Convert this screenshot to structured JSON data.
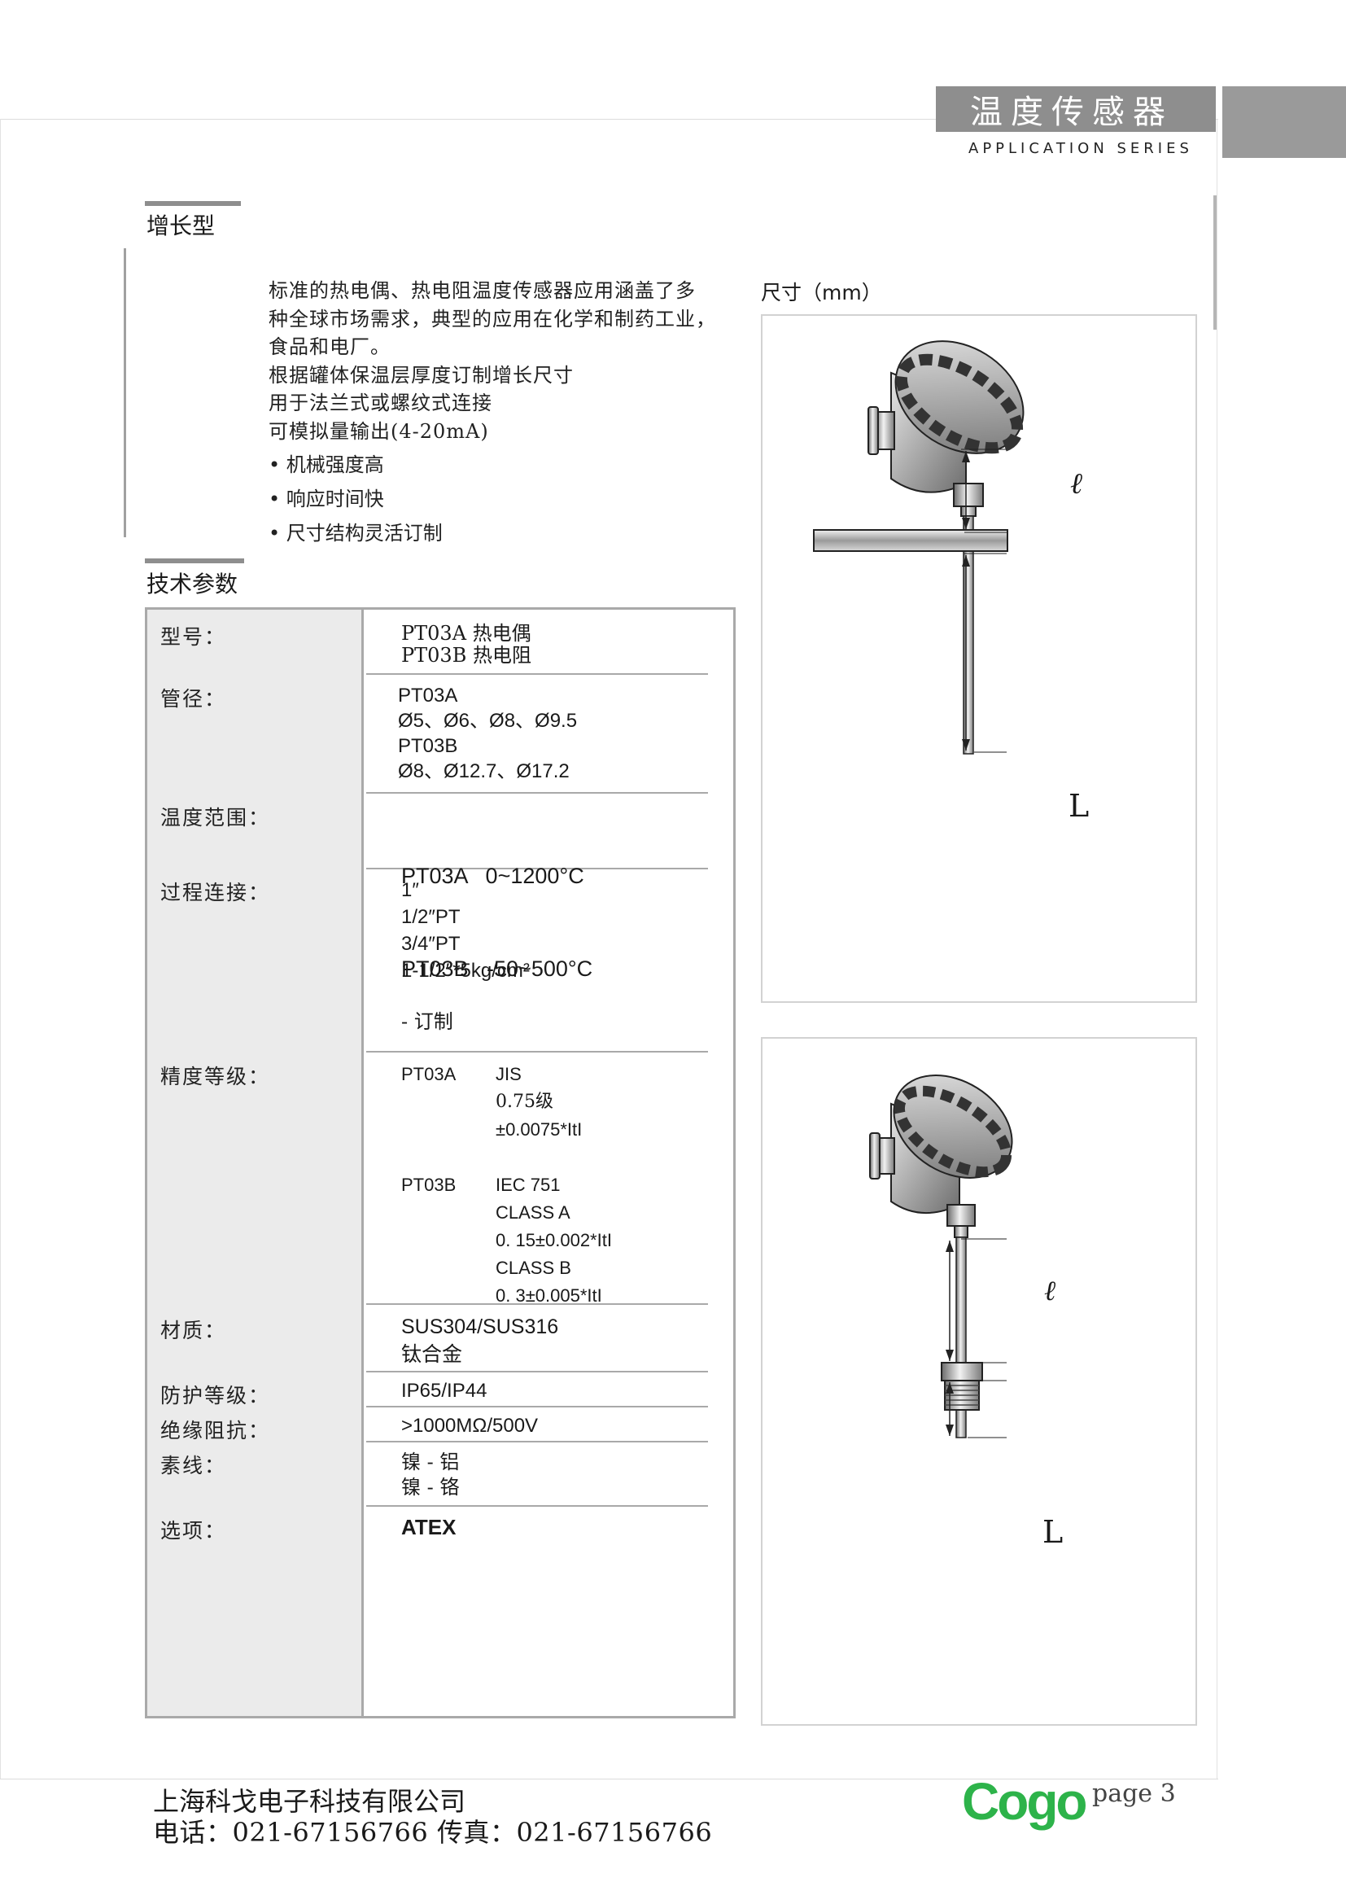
{
  "header": {
    "category": "温度传感器",
    "series": "APPLICATION SERIES"
  },
  "section1": {
    "title": "增长型"
  },
  "intro": {
    "lines": [
      "标准的热电偶、热电阻温度传感器应用涵盖了多",
      "种全球市场需求，典型的应用在化学和制药工业，",
      "食品和电厂。",
      "根据罐体保温层厚度订制增长尺寸",
      "用于法兰式或螺纹式连接",
      "可模拟量输出(4-20mA)"
    ],
    "bullets": [
      "• 机械强度高",
      "• 响应时间快",
      "• 尺寸结构灵活订制"
    ]
  },
  "section2": {
    "title": "技术参数"
  },
  "dimensions": {
    "title": "尺寸（mm）"
  },
  "spec": {
    "model": {
      "label": "型号：",
      "l1": "PT03A  热电偶",
      "l2": "PT03B  热电阻"
    },
    "tube": {
      "label": "管径：",
      "l1": "PT03A",
      "l2": "Ø5、Ø6、Ø8、Ø9.5",
      "l3": "PT03B",
      "l4": "Ø8、Ø12.7、Ø17.2"
    },
    "temp": {
      "label": "温度范围：",
      "l1": "PT03A   0~1200°C",
      "l2": "PT03B   -50~500°C"
    },
    "process": {
      "label": "过程连接：",
      "l1": "1″",
      "l2": "1/2″PT",
      "l3": "3/4″PT",
      "l4": "1-1/2″*5kg/cm²",
      "l5": "- 订制"
    },
    "accuracy": {
      "label": "精度等级：",
      "a_model": "PT03A",
      "a1": "JIS",
      "a2": "0.75级",
      "a3": "±0.0075*ItI",
      "b_model": "PT03B",
      "b1": "IEC 751",
      "b2": "CLASS A",
      "b3": "0. 15±0.002*ItI",
      "b4": "CLASS B",
      "b5": "0. 3±0.005*ItI"
    },
    "material": {
      "label": "材质：",
      "l1": "SUS304/SUS316",
      "l2": "钛合金"
    },
    "protection": {
      "label": "防护等级：",
      "l1": "IP65/IP44"
    },
    "insulation": {
      "label": "绝缘阻抗：",
      "l1": ">1000MΩ/500V"
    },
    "wire": {
      "label": "素线：",
      "l1": "镍 - 铝",
      "l2": "镍 - 铬"
    },
    "option": {
      "label": "选项：",
      "l1": "ATEX"
    }
  },
  "drawing1": {
    "label_l": "ℓ",
    "label_L": "L"
  },
  "drawing2": {
    "label_l": "ℓ",
    "label_L": "L"
  },
  "footer": {
    "company": "上海科戈电子科技有限公司",
    "contact": "电话：021-67156766   传真：021-67156766",
    "logo": "Cogo",
    "page": "page 3"
  },
  "colors": {
    "logo_green": "#2db34a",
    "header_gray": "#8e8e8e",
    "table_label_bg": "#ebebeb"
  }
}
